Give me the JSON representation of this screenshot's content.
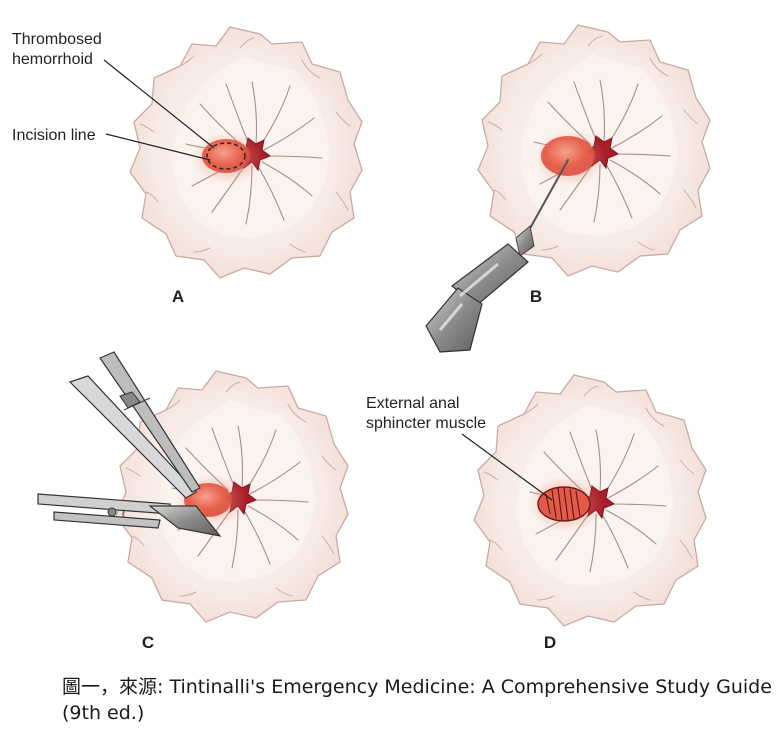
{
  "panels": {
    "a": {
      "letter": "A",
      "labels": {
        "thrombosed_line1": "Thrombosed",
        "thrombosed_line2": "hemorrhoid",
        "incision": "Incision line"
      }
    },
    "b": {
      "letter": "B"
    },
    "c": {
      "letter": "C"
    },
    "d": {
      "letter": "D",
      "labels": {
        "muscle_line1": "External anal",
        "muscle_line2": "sphincter muscle"
      }
    }
  },
  "caption": "圖一，來源: Tintinalli's Emergency Medicine: A Comprehensive Study Guide (9th ed.)",
  "colors": {
    "skin_outer": "#f4e3de",
    "skin_inner": "#fbf2ef",
    "outline": "#b89b92",
    "hemorrhoid": "#e2553f",
    "anus": "#b01f2a",
    "steel": "#9a9a9a"
  }
}
